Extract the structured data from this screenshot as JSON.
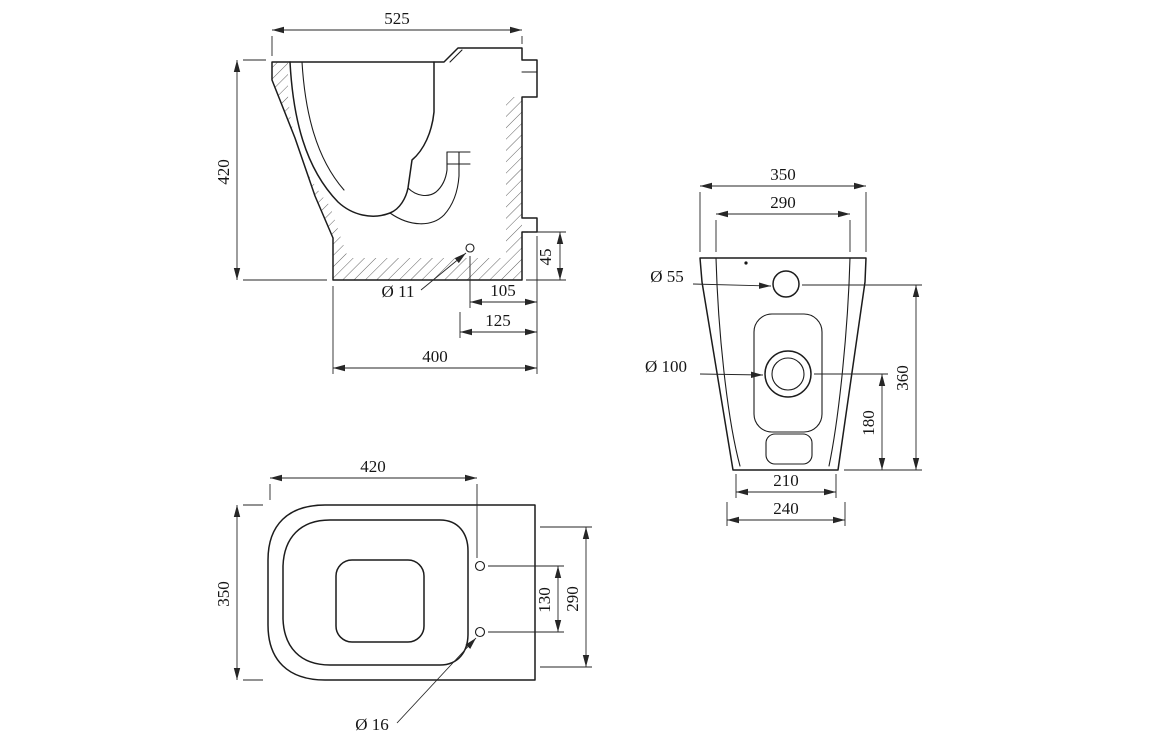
{
  "drawing": {
    "type": "technical-dimension-drawing",
    "subject": "back-to-wall toilet pan, three orthographic views",
    "line_color": "#1c1c1c",
    "background": "#ffffff"
  },
  "views": {
    "side": {
      "name": "side section view",
      "dims": {
        "overall_width": "525",
        "overall_height": "420",
        "outlet_height": "45",
        "fixing_hole_dia": "Ø 11",
        "hole_to_back": "105",
        "outlet_to_back": "125",
        "base_length": "400"
      }
    },
    "rear": {
      "name": "rear plan view",
      "dims": {
        "overall_width": "350",
        "rim_width": "290",
        "inlet_hole_dia": "Ø 55",
        "outlet_hole_dia": "Ø 100",
        "overall_height": "360",
        "outlet_height": "180",
        "base_width": "210",
        "lower_width": "240"
      }
    },
    "plan": {
      "name": "top plan view",
      "dims": {
        "length_to_holes": "420",
        "overall_width": "350",
        "hole_spacing": "130",
        "seat_length": "290",
        "fixing_hole_dia": "Ø 16"
      }
    }
  }
}
